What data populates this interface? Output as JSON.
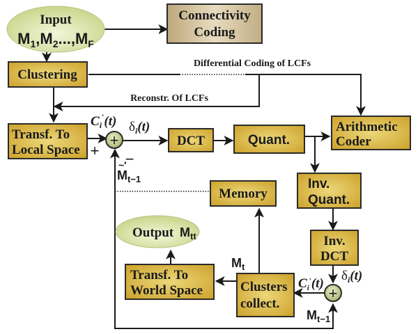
{
  "colors": {
    "block_fill": "#d8b53a",
    "block_fill_light": "#ecd77a",
    "connectivity_fill": "#c9b58d",
    "ellipse_fill": "#dde5a8",
    "line": "#1a1a1a"
  },
  "blocks": {
    "input": {
      "line1": "Input",
      "line2": "M",
      "subs": [
        "1",
        "2",
        "F"
      ]
    },
    "connectivity": {
      "line1": "Connectivity",
      "line2": "Coding"
    },
    "clustering": {
      "label": "Clustering"
    },
    "transf_local": {
      "line1": "Transf. To",
      "line2": "Local Space"
    },
    "dct": {
      "label": "DCT"
    },
    "quant": {
      "label": "Quant."
    },
    "arith": {
      "line1": "Arithmetic",
      "line2": "Coder"
    },
    "inv_quant": {
      "line1": "Inv.",
      "line2": "Quant."
    },
    "memory": {
      "label": "Memory"
    },
    "inv_dct": {
      "line1": "Inv.",
      "line2": "DCT"
    },
    "output": {
      "label": "Output",
      "symbol": "M",
      "sub": "t"
    },
    "transf_world": {
      "line1": "Transf. To",
      "line2": "World Space"
    },
    "clusters": {
      "line1": "Clusters",
      "line2": "collect."
    }
  },
  "labels": {
    "differential": "Differential Coding of  LCFs",
    "reconstr": "Reconstr. Of  LCFs",
    "ci_t": "C",
    "ci_sub": "i",
    "ci_arg": "(t)",
    "delta": "δ",
    "delta_sub": "i",
    "delta_arg": "(t)",
    "m_prev": "M",
    "m_prev_sub": "t−1",
    "m_t": "M",
    "m_t_sub": "t",
    "plus": "+",
    "minus": "−",
    "sum_symbol": "+"
  }
}
